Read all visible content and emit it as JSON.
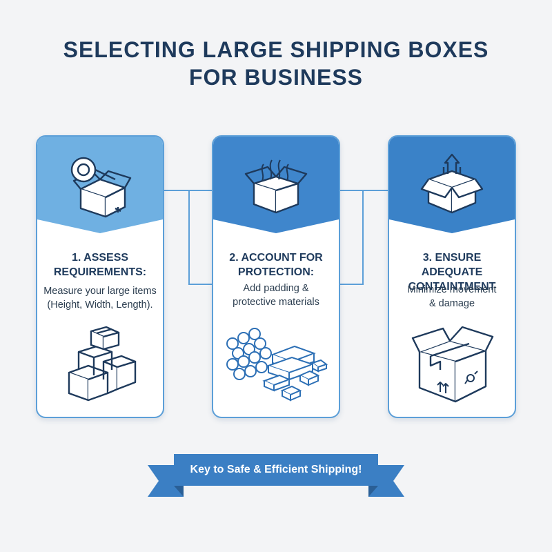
{
  "title": {
    "line1": "SELECTING LARGE SHIPPING BOXES",
    "line2": "FOR BUSINESS"
  },
  "steps": [
    {
      "heading_line1": "1. ASSESS",
      "heading_line2": "REQUIREMENTS:",
      "desc_line1": "Measure your large items",
      "desc_line2": "(Height, Width, Length).",
      "header_icon": "tape-box-icon",
      "body_icon": "stacked-boxes-icon"
    },
    {
      "heading_line1": "2. ACCOUNT FOR",
      "heading_line2": "PROTECTION:",
      "desc_line1": "Add padding &",
      "desc_line2": "protective materials",
      "header_icon": "padded-box-icon",
      "body_icon": "bubble-wrap-foam-icon"
    },
    {
      "heading_line1": "3. ENSURE ADEQUATE",
      "heading_line2": "CONTAINTMENT",
      "desc_line1": "Minimize movement",
      "desc_line2": "& damage",
      "header_icon": "this-side-up-box-icon",
      "body_icon": "sealed-box-icon"
    }
  ],
  "banner": {
    "text": "Key to Safe & Efficient Shipping!"
  },
  "colors": {
    "title": "#1e3a5c",
    "header_light": "#6fb0e2",
    "header_mid": "#3f86cc",
    "header_dark": "#3a82c8",
    "banner": "#3b7fc4",
    "banner_fold": "#2a5f96",
    "icon_stroke": "#1e3a5c",
    "body_icon_stroke": "#2c6fb5"
  }
}
